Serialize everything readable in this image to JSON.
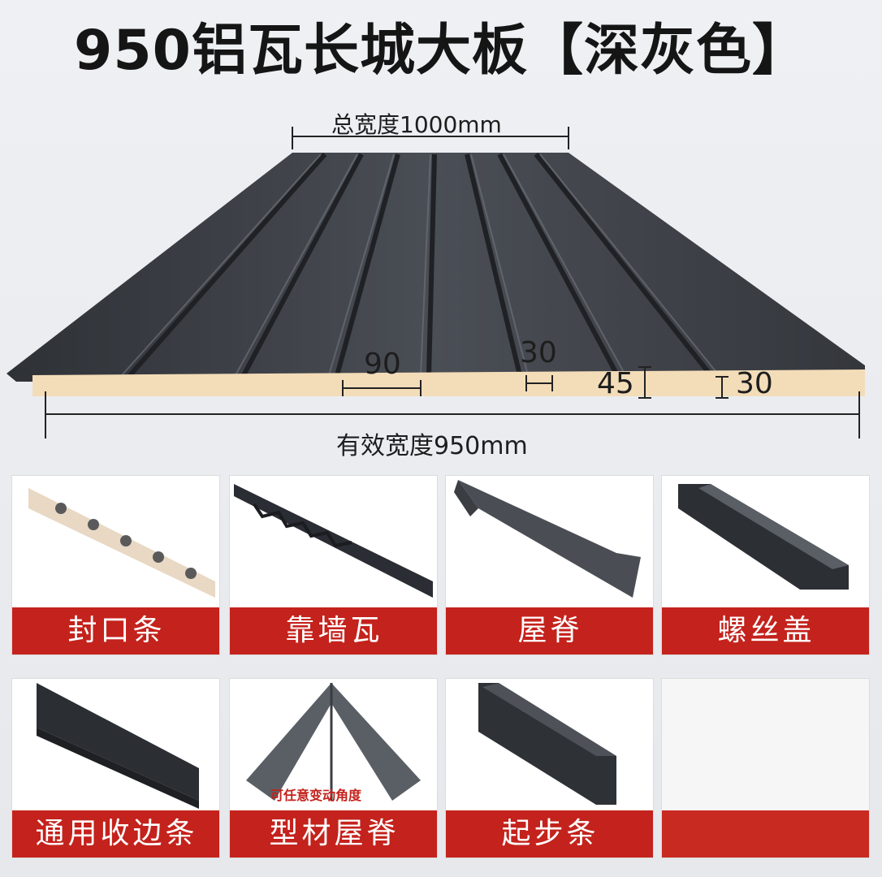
{
  "title": "950铝瓦长城大板【深灰色】",
  "dimensions": {
    "total_width": "总宽度1000mm",
    "effective_width": "有效宽度950mm",
    "rib_spacing": "90",
    "rib_top": "30",
    "height_45": "45",
    "height_30": "30"
  },
  "colors": {
    "accent_red": "#c4221c",
    "panel_gray": "#3c3f44",
    "foam": "#f3dcb8"
  },
  "accessories": [
    {
      "label": "封口条",
      "icon": "closure-strip"
    },
    {
      "label": "靠墙瓦",
      "icon": "wall-flashing"
    },
    {
      "label": "屋脊",
      "icon": "ridge-cap"
    },
    {
      "label": "螺丝盖",
      "icon": "screw-cap"
    },
    {
      "label": "通用收边条",
      "icon": "edge-trim",
      "note": ""
    },
    {
      "label": "型材屋脊",
      "icon": "profile-ridge",
      "note": "可任意变动角度"
    },
    {
      "label": "起步条",
      "icon": "starter-strip"
    },
    {
      "label": "",
      "icon": "empty"
    }
  ]
}
